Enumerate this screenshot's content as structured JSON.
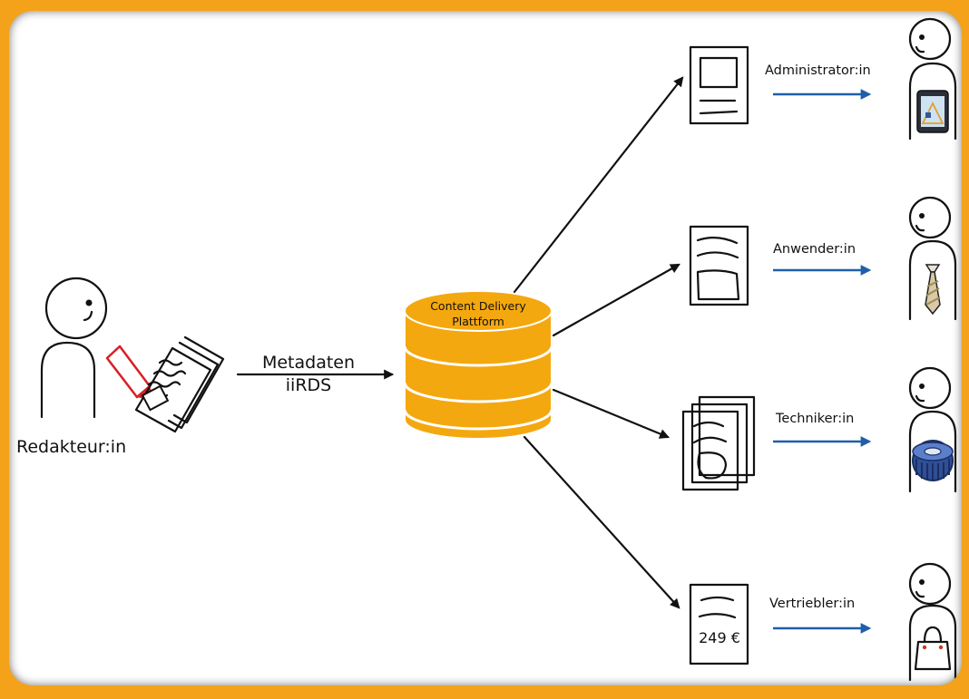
{
  "diagram": {
    "source_role": "Redakteur:in",
    "edge_label_line1": "Metadaten",
    "edge_label_line2": "iiRDS",
    "hub_line1": "Content Delivery",
    "hub_line2": "Plattform",
    "price_text": "249 €",
    "targets": [
      {
        "label": "Administrator:in",
        "icon": "tablet-icon"
      },
      {
        "label": "Anwender:in",
        "icon": "tie-icon"
      },
      {
        "label": "Techniker:in",
        "icon": "gear-icon"
      },
      {
        "label": "Vertriebler:in",
        "icon": "handbag-icon"
      }
    ]
  },
  "colors": {
    "frame": "#f4a21a",
    "database": "#f4a80f",
    "small_arrow": "#1f5fa8",
    "pen": "#d81f26"
  }
}
